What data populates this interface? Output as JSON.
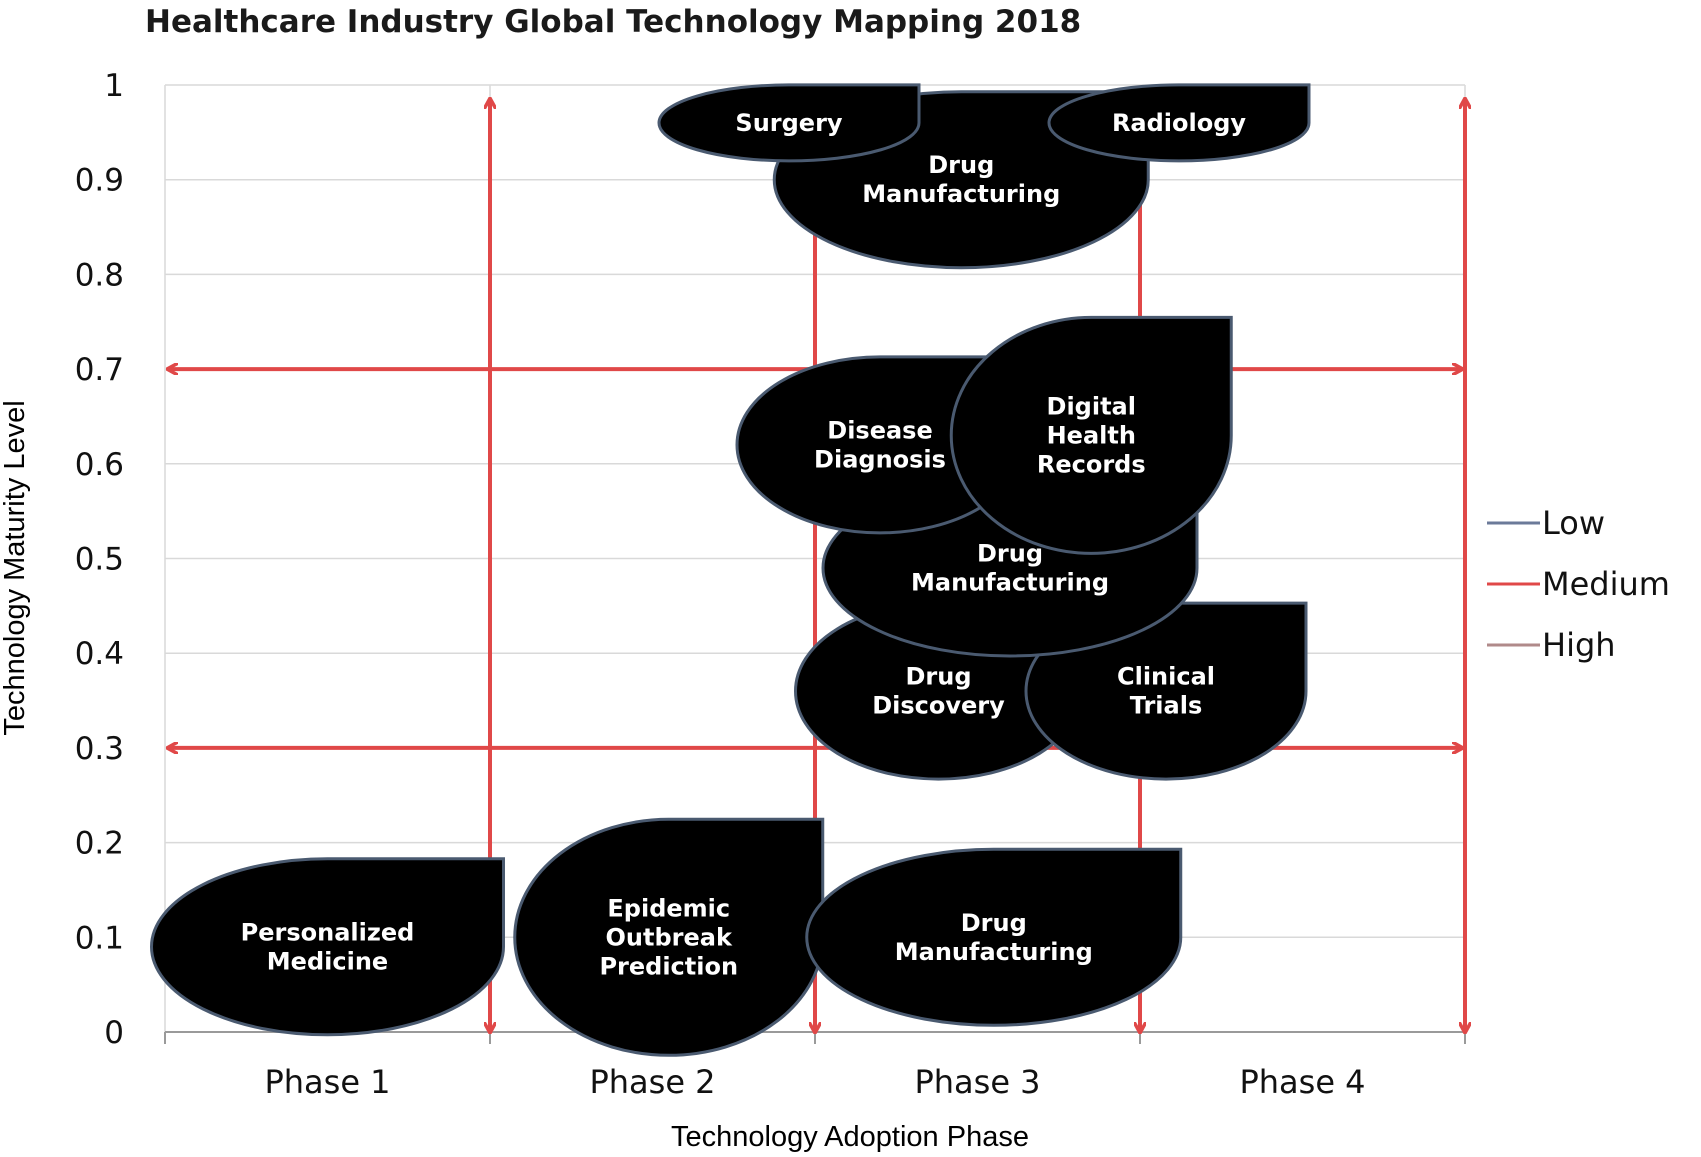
{
  "chart_data": {
    "type": "bubble",
    "title": "Healthcare Industry Global Technology Mapping 2018",
    "xlabel": "Technology Adoption Phase",
    "ylabel": "Technology Maturity Level",
    "categories": [
      "Phase 1",
      "Phase 2",
      "Phase 3",
      "Phase 4"
    ],
    "ylim": [
      0,
      1
    ],
    "yticks": [
      "0",
      "0.1",
      "0.2",
      "0.3",
      "0.4",
      "0.5",
      "0.6",
      "0.7",
      "0.8",
      "0.9",
      "1"
    ],
    "grid": true,
    "legend_position": "right",
    "legend": [
      {
        "name": "Low",
        "color": "#6b7a99"
      },
      {
        "name": "Medium",
        "color": "#e04848"
      },
      {
        "name": "High",
        "color": "#b08a8a"
      }
    ],
    "bubbles": [
      {
        "label": [
          "Personalized",
          "Medicine"
        ],
        "x": 1.0,
        "y": 0.09
      },
      {
        "label": [
          "Epidemic",
          "Outbreak",
          "Prediction"
        ],
        "x": 2.05,
        "y": 0.1
      },
      {
        "label": [
          "Drug",
          "Manufacturing"
        ],
        "x": 3.05,
        "y": 0.1
      },
      {
        "label": [
          "Drug",
          "Discovery"
        ],
        "x": 2.88,
        "y": 0.36
      },
      {
        "label": [
          "Clinical",
          "Trials"
        ],
        "x": 3.58,
        "y": 0.36
      },
      {
        "label": [
          "Drug",
          "Manufacturing"
        ],
        "x": 3.1,
        "y": 0.49
      },
      {
        "label": [
          "Disease",
          "Diagnosis"
        ],
        "x": 2.7,
        "y": 0.62
      },
      {
        "label": [
          "Digital",
          "Health",
          "Records"
        ],
        "x": 3.35,
        "y": 0.63
      },
      {
        "label": [
          "Drug",
          "Manufacturing"
        ],
        "x": 2.95,
        "y": 0.9
      },
      {
        "label": [
          "Surgery"
        ],
        "x": 2.42,
        "y": 0.96
      },
      {
        "label": [
          "Radiology"
        ],
        "x": 3.62,
        "y": 0.96
      }
    ],
    "reference_lines": {
      "horizontal_y": [
        0.3,
        0.7
      ],
      "vertical_x": [
        1.5,
        2.5,
        3.5,
        4.5
      ]
    }
  }
}
